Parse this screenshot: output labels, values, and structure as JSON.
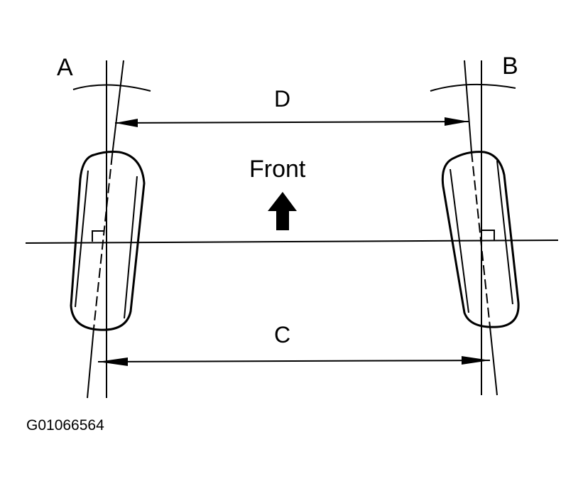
{
  "labels": {
    "a": "A",
    "b": "B",
    "c": "C",
    "d": "D",
    "front": "Front",
    "figure_id": "G01066564"
  },
  "colors": {
    "ink": "#000000",
    "background": "#ffffff"
  }
}
